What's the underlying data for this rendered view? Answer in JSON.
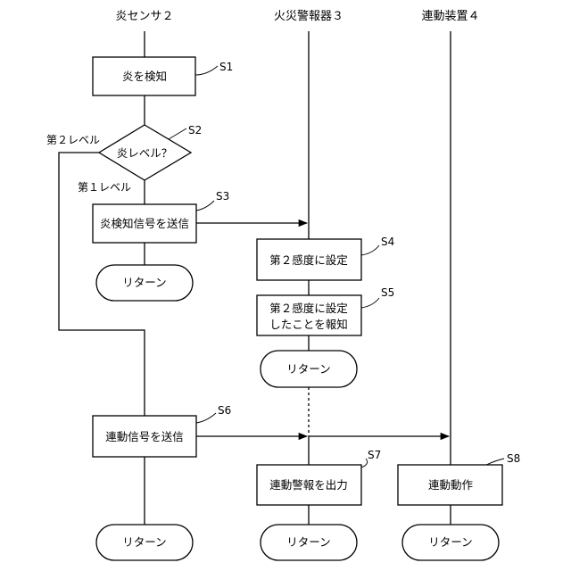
{
  "columns": {
    "sensor": "炎センサ２",
    "alarm": "火災警報器３",
    "device": "連動装置４"
  },
  "nodes": {
    "detect_flame": "炎を検知",
    "level_question": "炎レベル？",
    "send_detect_signal": "炎検知信号を送信",
    "set_sens_2": "第２感度に設定",
    "notify_line1": "第２感度に設定",
    "notify_line2": "したことを報知",
    "send_link_signal": "連動信号を送信",
    "link_alarm_output": "連動警報を出力",
    "link_action": "連動動作",
    "return": "リターン"
  },
  "branches": {
    "level_2": "第２レベル",
    "level_1": "第１レベル"
  },
  "steps": {
    "s1": "S1",
    "s2": "S2",
    "s3": "S3",
    "s4": "S4",
    "s5": "S5",
    "s6": "S6",
    "s7": "S7",
    "s8": "S8"
  }
}
